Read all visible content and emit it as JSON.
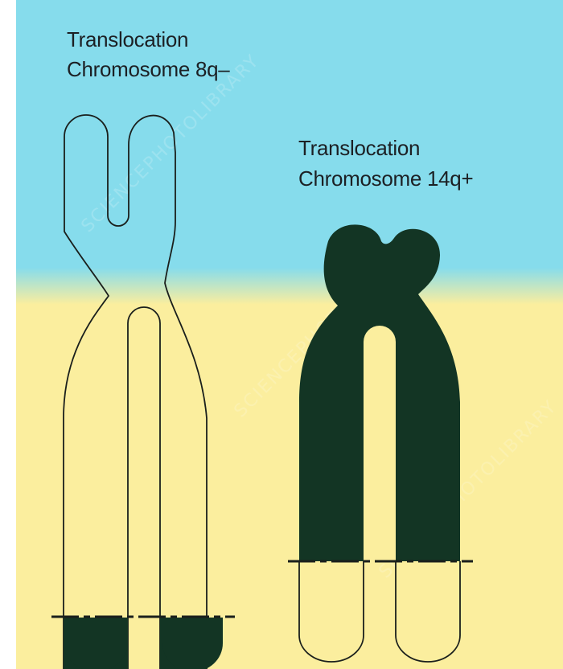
{
  "chromosome_8q_label": {
    "line1": "Translocation",
    "line2": "Chromosome 8q–"
  },
  "chromosome_14q_label": {
    "line1": "Translocation",
    "line2": "Chromosome 14q+"
  },
  "colors": {
    "sky_background": "#86dcec",
    "sand_background": "#fbee9e",
    "chromatin_dark": "#133524",
    "outline": "#1a1f1c",
    "left_margin": "#ffffff"
  },
  "watermark": "SCIENCEPHOTOLIBRARY"
}
